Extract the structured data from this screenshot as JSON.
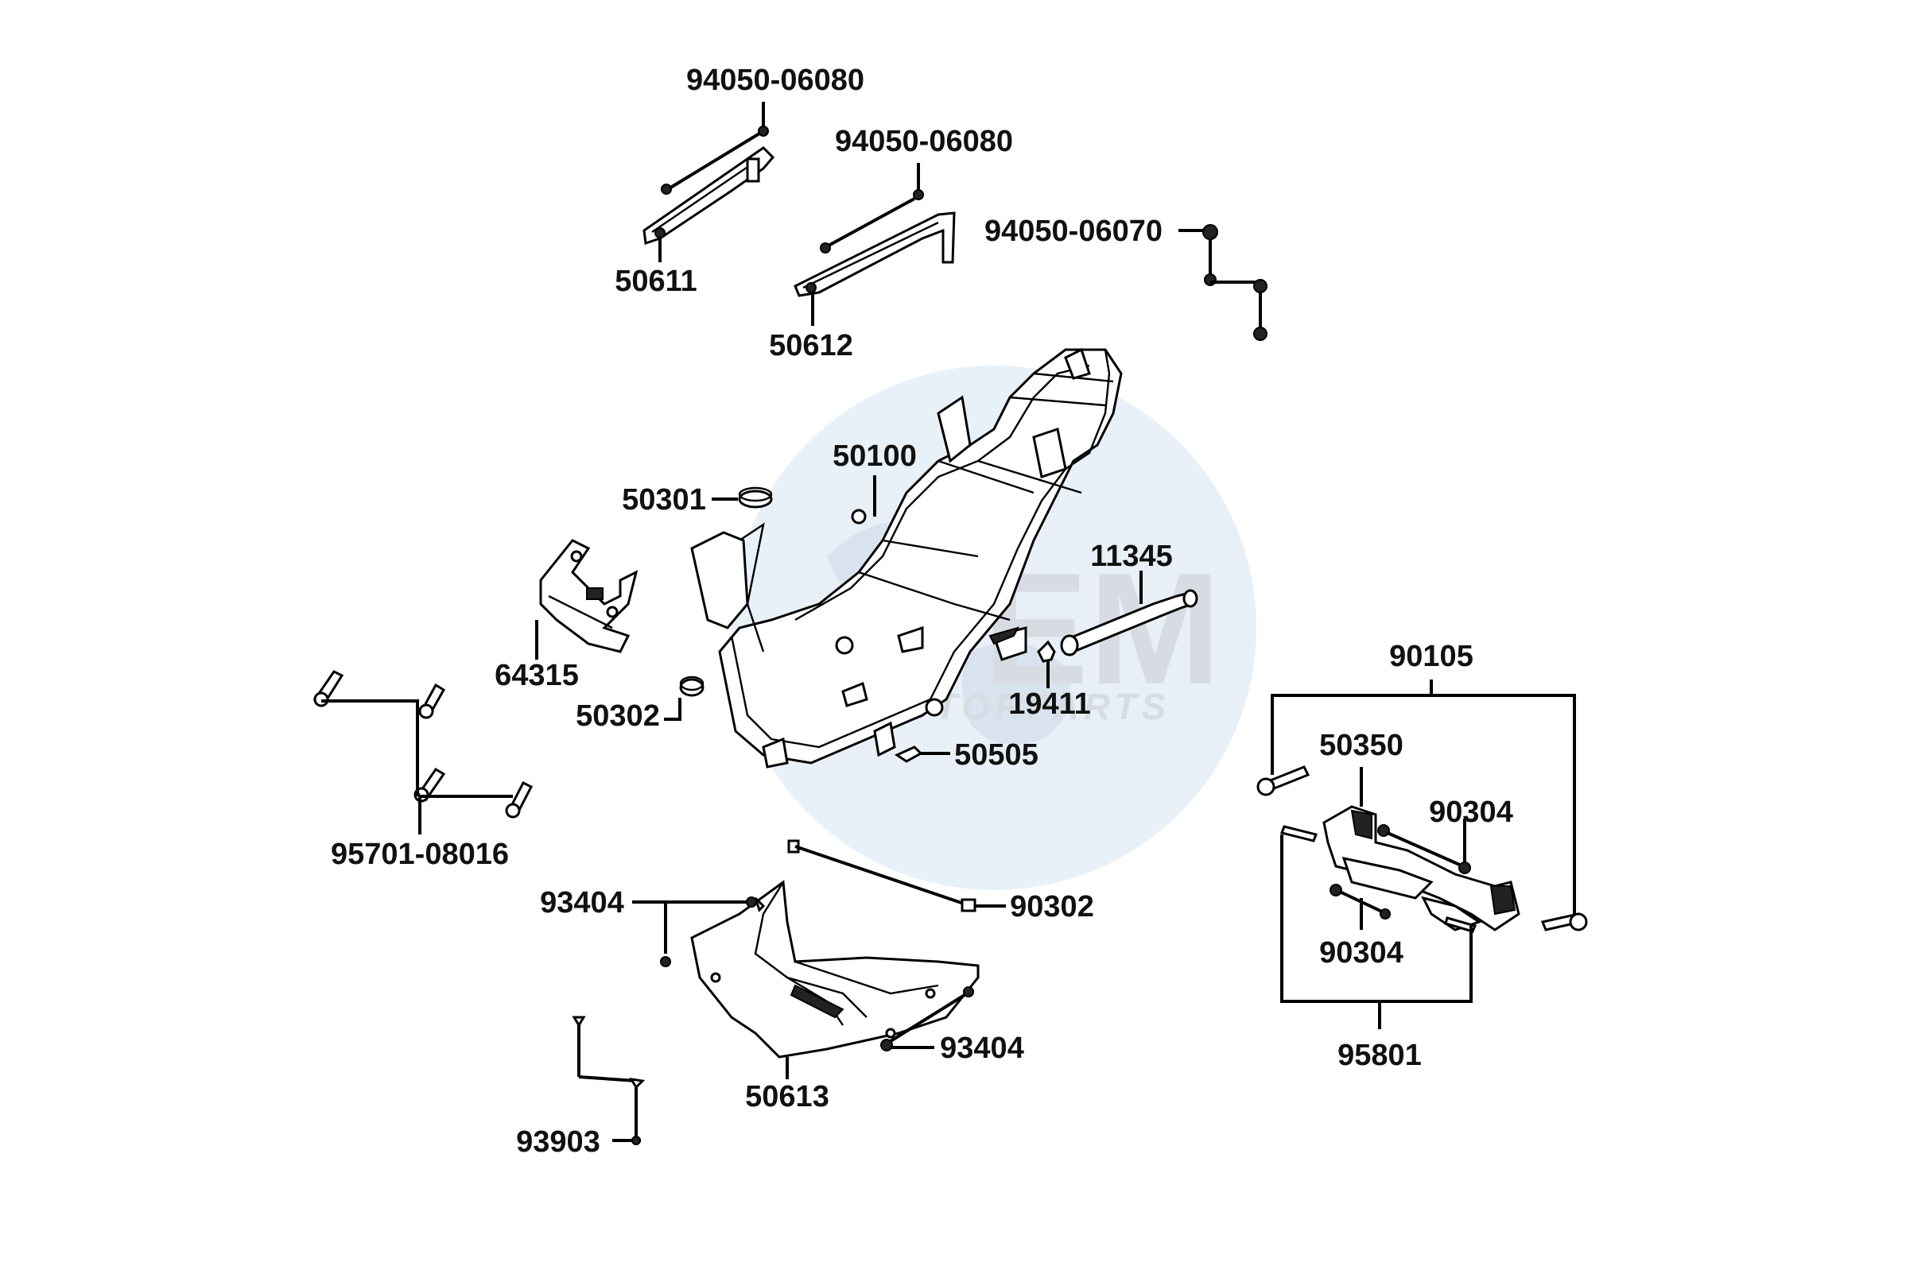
{
  "watermark": {
    "brand": "OEM",
    "tagline": "MOTORPARTS",
    "color": "#cfd6de",
    "globe_color": "#dbe6f2"
  },
  "labels": {
    "p94050_06080_a": "94050-06080",
    "p94050_06080_b": "94050-06080",
    "p94050_06070": "94050-06070",
    "p50611": "50611",
    "p50612": "50612",
    "p50100": "50100",
    "p50301": "50301",
    "p64315": "64315",
    "p50302": "50302",
    "p11345": "11345",
    "p19411": "19411",
    "p50505": "50505",
    "p95701_08016": "95701-08016",
    "p93404_a": "93404",
    "p90302": "90302",
    "p93404_b": "93404",
    "p50613": "50613",
    "p93903": "93903",
    "p90105": "90105",
    "p50350": "50350",
    "p90304_a": "90304",
    "p90304_b": "90304",
    "p95801": "95801"
  }
}
